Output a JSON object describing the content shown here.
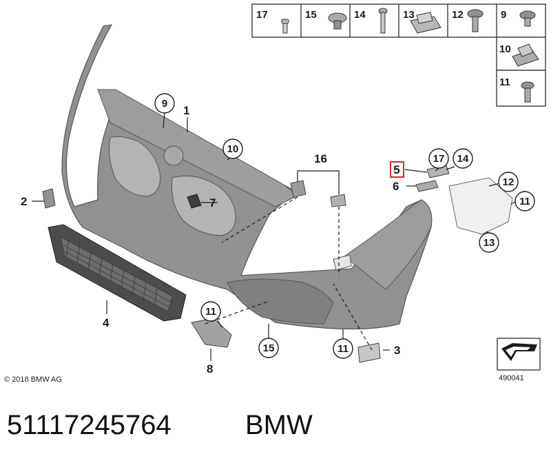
{
  "colors": {
    "part_fill": "#8f9193",
    "part_dark": "#6e7072",
    "line": "#1a1a1a",
    "highlight": "#d62828"
  },
  "fastener_table": {
    "row1": [
      "17",
      "15",
      "14",
      "13",
      "12",
      "9"
    ],
    "column": [
      "10",
      "11"
    ]
  },
  "callouts": {
    "c1": "1",
    "c2": "2",
    "c3": "3",
    "c4": "4",
    "c5": "5",
    "c6": "6",
    "c7": "7",
    "c8": "8",
    "c9": "9",
    "c10": "10",
    "c11a": "11",
    "c11b": "11",
    "c11c": "11",
    "c12": "12",
    "c13": "13",
    "c14": "14",
    "c15": "15",
    "c16": "16",
    "c17": "17"
  },
  "copyright": "© 2018 BMW AG",
  "diagram_number": "490041",
  "footer": {
    "part_number": "51117245764",
    "brand": "BMW"
  }
}
